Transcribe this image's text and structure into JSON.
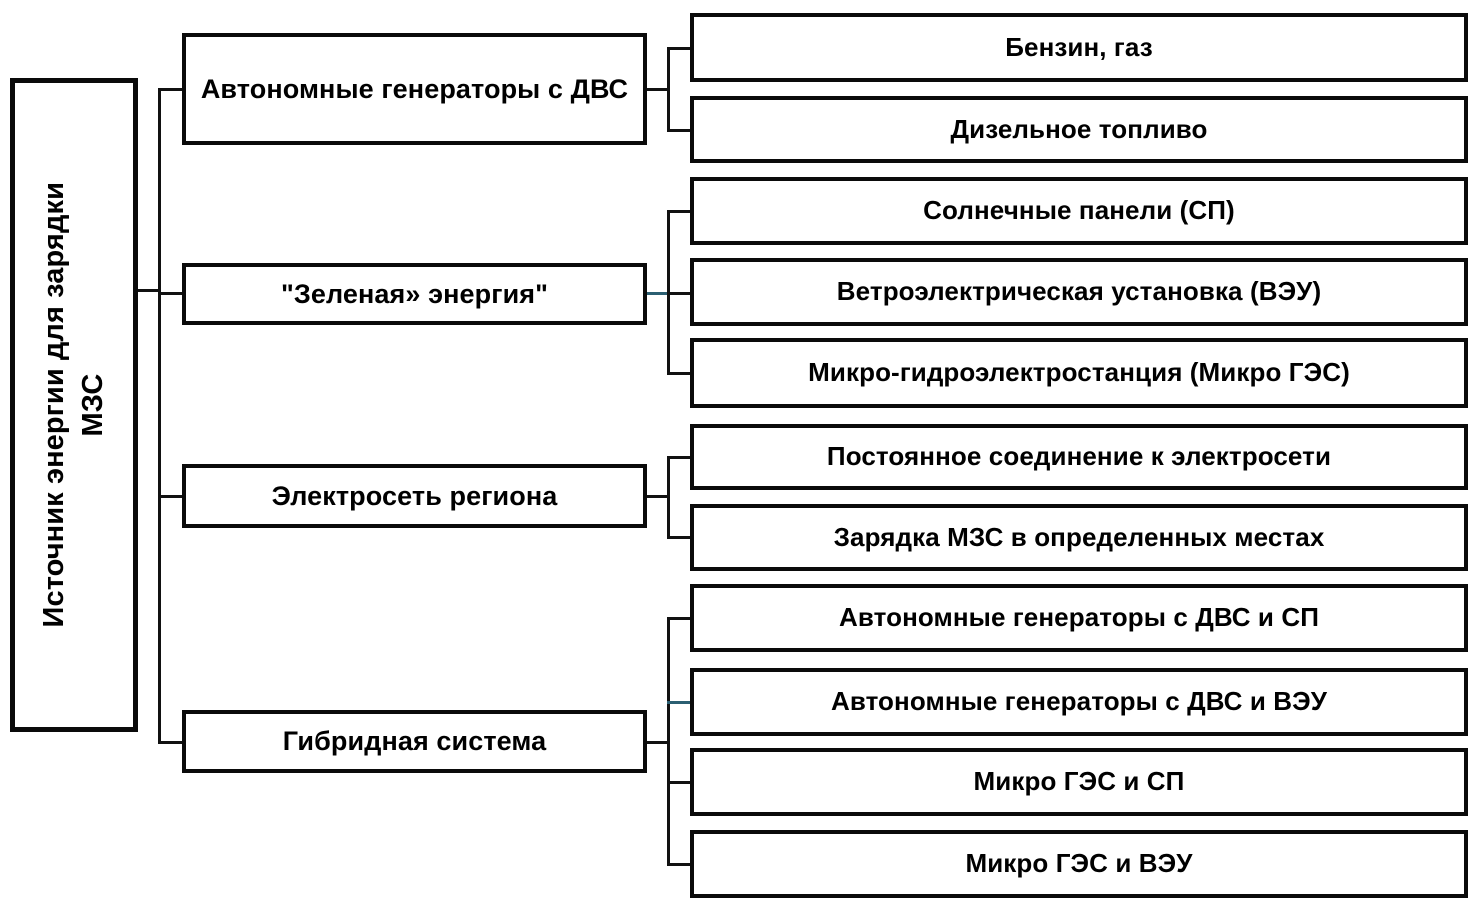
{
  "diagram": {
    "title": "Источник энергии для зарядки МЗС",
    "type": "hierarchy-tree",
    "orientation": "left-to-right",
    "colors": {
      "box_border": "#0a0a0a",
      "box_fill": "#ffffff",
      "text": "#000000",
      "connector": "#111111",
      "connector_tint": "#2b5f72"
    },
    "root": {
      "label": "Источник энергии для зарядки\nМЗС"
    },
    "branches": [
      {
        "label": "Автономные генераторы с ДВС",
        "children": [
          {
            "label": "Бензин, газ"
          },
          {
            "label": "Дизельное топливо"
          }
        ]
      },
      {
        "label": "\"Зеленая» энергия\"",
        "children": [
          {
            "label": "Солнечные панели (СП)"
          },
          {
            "label": "Ветроэлектрическая установка (ВЭУ)"
          },
          {
            "label": "Микро-гидроэлектростанция (Микро ГЭС)"
          }
        ]
      },
      {
        "label": "Электросеть региона",
        "children": [
          {
            "label": "Постоянное соединение к электросети"
          },
          {
            "label": "Зарядка МЗС в определенных местах"
          }
        ]
      },
      {
        "label": "Гибридная система",
        "children": [
          {
            "label": "Автономные генераторы с ДВС и СП"
          },
          {
            "label": "Автономные генераторы с ДВС и ВЭУ"
          },
          {
            "label": "Микро ГЭС и СП"
          },
          {
            "label": "Микро ГЭС и ВЭУ"
          }
        ]
      }
    ]
  }
}
